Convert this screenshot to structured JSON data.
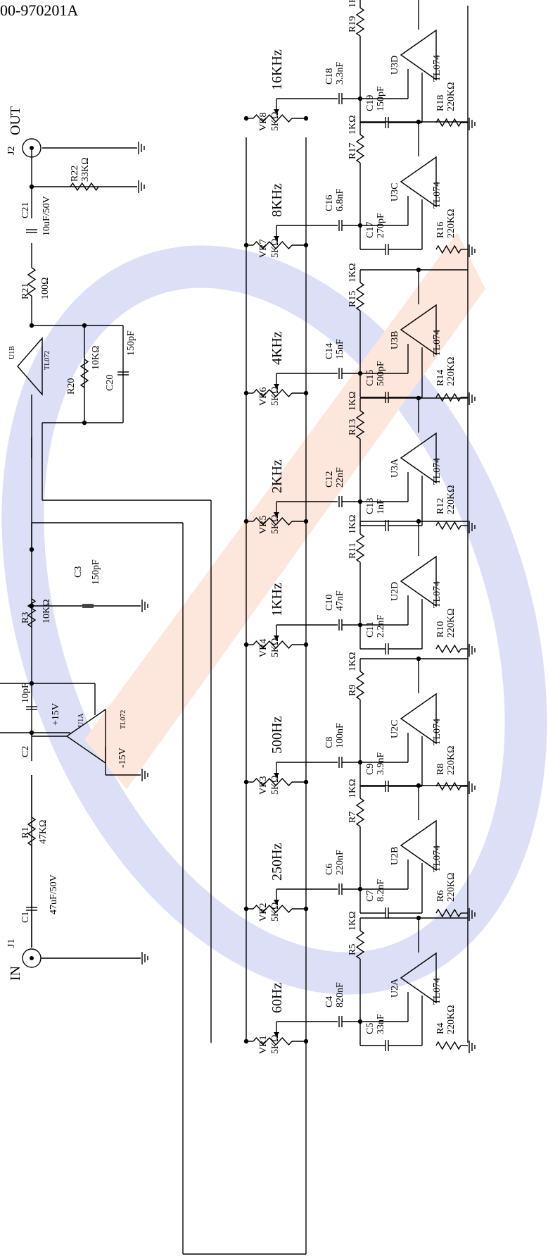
{
  "doc_id": "00-970201A",
  "io": {
    "in_label": "IN",
    "in_ref": "J1",
    "out_label": "OUT",
    "out_ref": "J2"
  },
  "input_stage": [
    {
      "ref": "C1",
      "value": "47uF/50V"
    },
    {
      "ref": "R1",
      "value": "47KΩ"
    },
    {
      "ref": "C2",
      "value": "10pF"
    },
    {
      "ref": "U1A",
      "value": "TL072"
    },
    {
      "ref": "R3",
      "value": "10KΩ"
    },
    {
      "ref": "C3",
      "value": "150pF"
    }
  ],
  "output_stage": [
    {
      "ref": "U1B",
      "value": "TL072"
    },
    {
      "ref": "R20",
      "value": "10KΩ"
    },
    {
      "ref": "C20",
      "value": "150pF"
    },
    {
      "ref": "R21",
      "value": "100Ω"
    },
    {
      "ref": "C21",
      "value": "10uF/50V"
    },
    {
      "ref": "R22",
      "value": "33KΩ"
    }
  ],
  "supply": {
    "pos": "+15V",
    "neg": "-15V"
  },
  "bands": [
    {
      "freq": "60Hz",
      "vr": "VR1",
      "cs": "C4",
      "cs_val": "820nF",
      "cg": "C5",
      "cg_val": "33nF",
      "rf": "R4",
      "rout": "R5",
      "op": "U2A",
      "opv": "TL074"
    },
    {
      "freq": "250Hz",
      "vr": "VR2",
      "cs": "C6",
      "cs_val": "220nF",
      "cg": "C7",
      "cg_val": "8.2nF",
      "rf": "R6",
      "rout": "R7",
      "op": "U2B",
      "opv": "TL074"
    },
    {
      "freq": "500Hz",
      "vr": "VR3",
      "cs": "C8",
      "cs_val": "100nF",
      "cg": "C9",
      "cg_val": "3.9nF",
      "rf": "R8",
      "rout": "R9",
      "op": "U2C",
      "opv": "TL074"
    },
    {
      "freq": "1KHz",
      "vr": "VR4",
      "cs": "C10",
      "cs_val": "47nF",
      "cg": "C11",
      "cg_val": "2.2nF",
      "rf": "R10",
      "rout": "R11",
      "op": "U2D",
      "opv": "TL074"
    },
    {
      "freq": "2KHz",
      "vr": "VR5",
      "cs": "C12",
      "cs_val": "22nF",
      "cg": "C13",
      "cg_val": "1nF",
      "rf": "R12",
      "rout": "R13",
      "op": "U3A",
      "opv": "TL074"
    },
    {
      "freq": "4KHz",
      "vr": "VR6",
      "cs": "C14",
      "cs_val": "15nF",
      "cg": "C15",
      "cg_val": "500pF",
      "rf": "R14",
      "rout": "R15",
      "op": "U3B",
      "opv": "TL074"
    },
    {
      "freq": "8KHz",
      "vr": "VR7",
      "cs": "C16",
      "cs_val": "6.8nF",
      "cg": "C17",
      "cg_val": "270pF",
      "rf": "R16",
      "rout": "R17",
      "op": "U3C",
      "opv": "TL074"
    },
    {
      "freq": "16KHz",
      "vr": "VR8",
      "cs": "C18",
      "cs_val": "3.3nF",
      "cg": "C19",
      "cg_val": "150pF",
      "rf": "R18",
      "rout": "R19",
      "op": "U3D",
      "opv": "TL074"
    }
  ],
  "band_common": {
    "vr_val": "5KΩ",
    "rf_val": "220KΩ",
    "rout_val": "1KΩ"
  }
}
